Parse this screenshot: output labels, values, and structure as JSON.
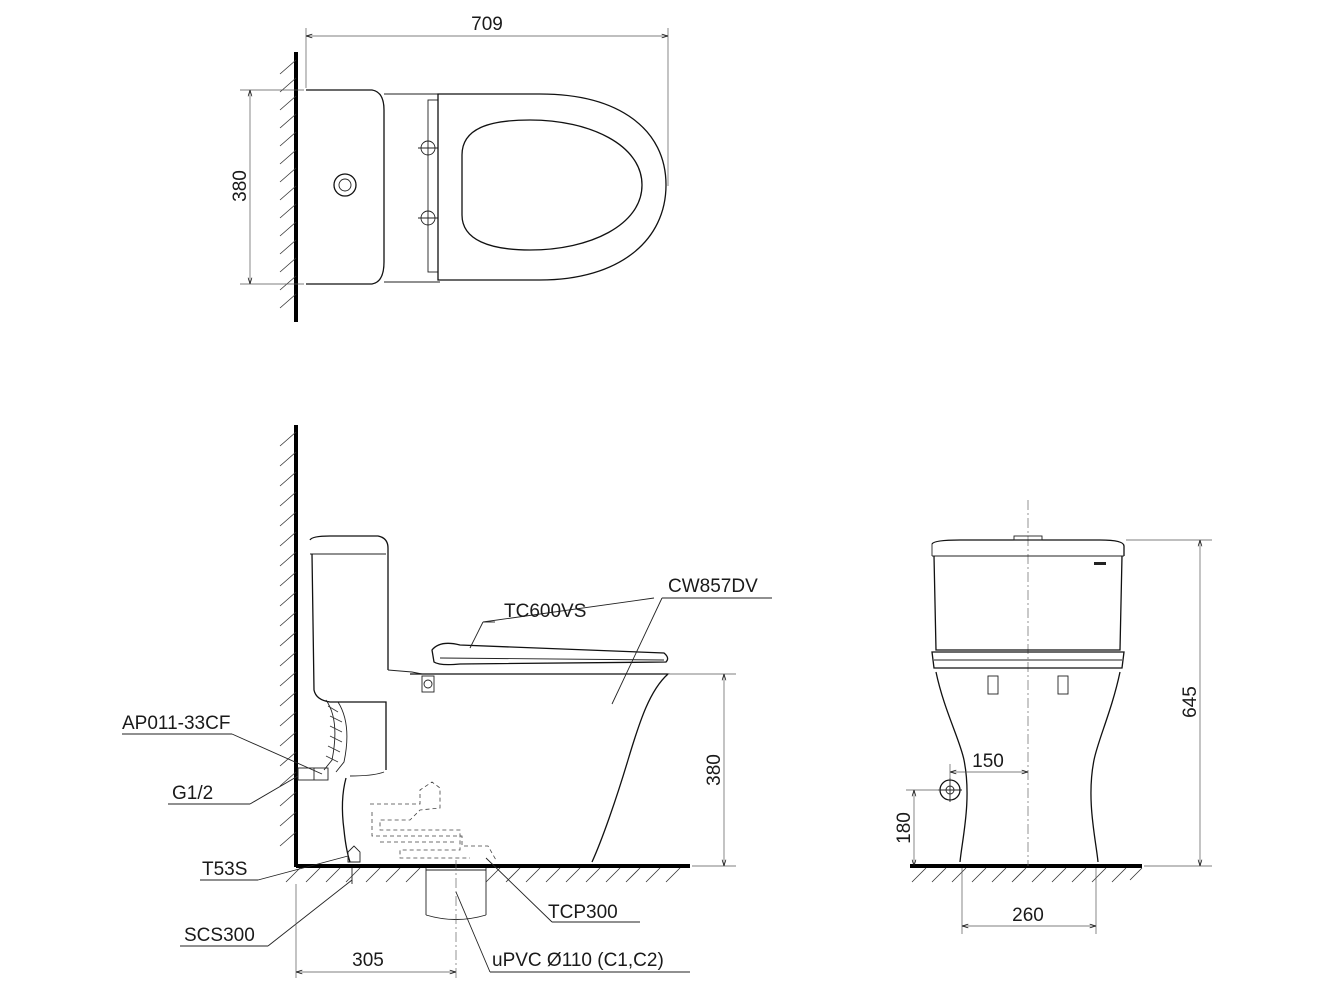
{
  "dimensions": {
    "top_width": "709",
    "top_depth": "380",
    "side_seat_height": "380",
    "side_outlet_distance": "305",
    "front_total_height": "645",
    "front_inlet_offset": "150",
    "front_inlet_height": "180",
    "front_base_width": "260"
  },
  "labels": {
    "cw857dv": "CW857DV",
    "tc600vs": "TC600VS",
    "ap011": "AP011-33CF",
    "g12": "G1/2",
    "t53s": "T53S",
    "scs300": "SCS300",
    "tcp300": "TCP300",
    "upvc": "uPVC Ø110 (C1,C2)"
  }
}
